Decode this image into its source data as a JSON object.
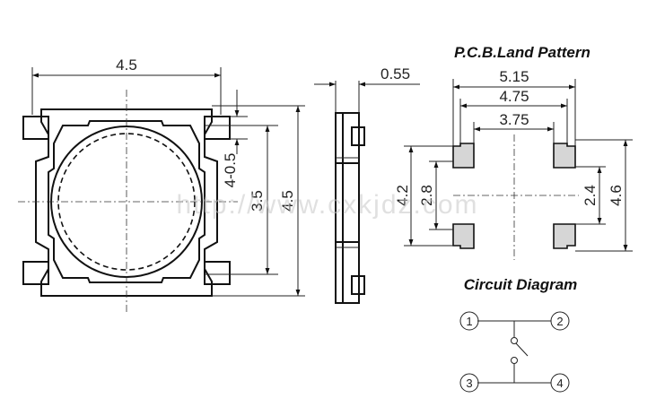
{
  "top_view": {
    "width_label": "4.5",
    "height_label": "4.5",
    "inner_label": "3.5",
    "pin_label": "4-0.5"
  },
  "side_view": {
    "thickness_label": "0.55"
  },
  "pcb": {
    "title": "P.C.B.Land Pattern",
    "dim_outer": "5.15",
    "dim_mid": "4.75",
    "dim_inner": "3.75",
    "left_outer": "4.2",
    "left_inner": "2.8",
    "right_inner": "2.4",
    "right_outer": "4.6"
  },
  "circuit": {
    "title": "Circuit Diagram",
    "pins": [
      "1",
      "2",
      "3",
      "4"
    ]
  },
  "watermark": "http://www.cxkjdz.com"
}
